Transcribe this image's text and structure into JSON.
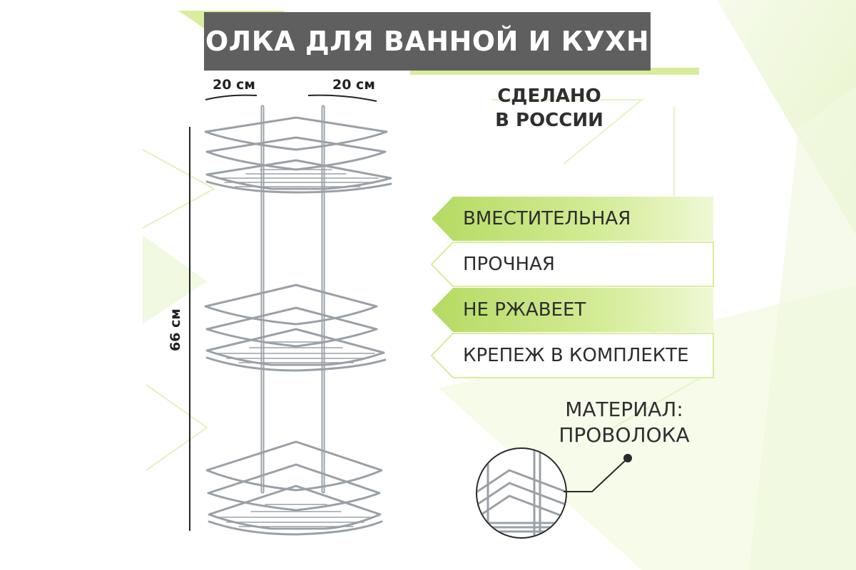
{
  "header": {
    "title": "ПОЛКА ДЛЯ ВАННОЙ И КУХНИ"
  },
  "origin": {
    "line1": "СДЕЛАНО",
    "line2": "В РОССИИ"
  },
  "dimensions": {
    "width_left": "20 см",
    "width_right": "20 см",
    "height": "66 см"
  },
  "features": [
    {
      "label": "ВМЕСТИТЕЛЬНАЯ",
      "style": "green"
    },
    {
      "label": "ПРОЧНАЯ",
      "style": "white"
    },
    {
      "label": "НЕ РЖАВЕЕТ",
      "style": "green"
    },
    {
      "label": "КРЕПЕЖ В КОМПЛЕКТЕ",
      "style": "white"
    }
  ],
  "material": {
    "line1": "МАТЕРИАЛ:",
    "line2": "ПРОВОЛОКА"
  },
  "colors": {
    "title_bg": "#5f5f5f",
    "accent_green": "#c9e58a",
    "accent_light": "#e6f5c4",
    "text_dark": "#2d2d2d",
    "chrome": "#9aa0a6"
  },
  "icons": {
    "shelf": "corner-shelf-illustration",
    "detail": "wire-detail-zoom",
    "connector_dot": "pointer-dot-icon"
  }
}
